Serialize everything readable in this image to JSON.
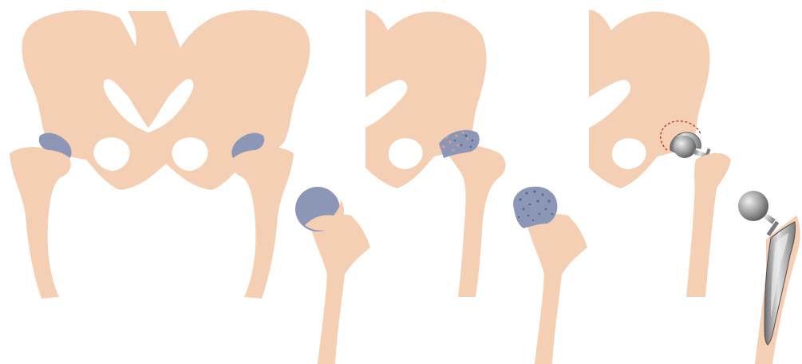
{
  "colors": {
    "background": "#ffffff",
    "bone": "#f5cfb3",
    "cartilage": "#8c97b8",
    "cartilage_dark": "#6f7aa0",
    "damage_dots": "#6a75a0",
    "damage_spots_pelvis": "#e79b7c",
    "implant_metal": "#9a9a9a",
    "implant_metal_light": "#d8d8d8",
    "implant_metal_dark": "#5f5f5f",
    "removed_outline": "#c0392b"
  },
  "panels": [
    {
      "id": "healthy",
      "icon": "healthy-hip-joint-icon"
    },
    {
      "id": "arthritic",
      "icon": "arthritic-hip-joint-icon"
    },
    {
      "id": "replaced",
      "icon": "hip-replacement-implant-icon"
    }
  ]
}
